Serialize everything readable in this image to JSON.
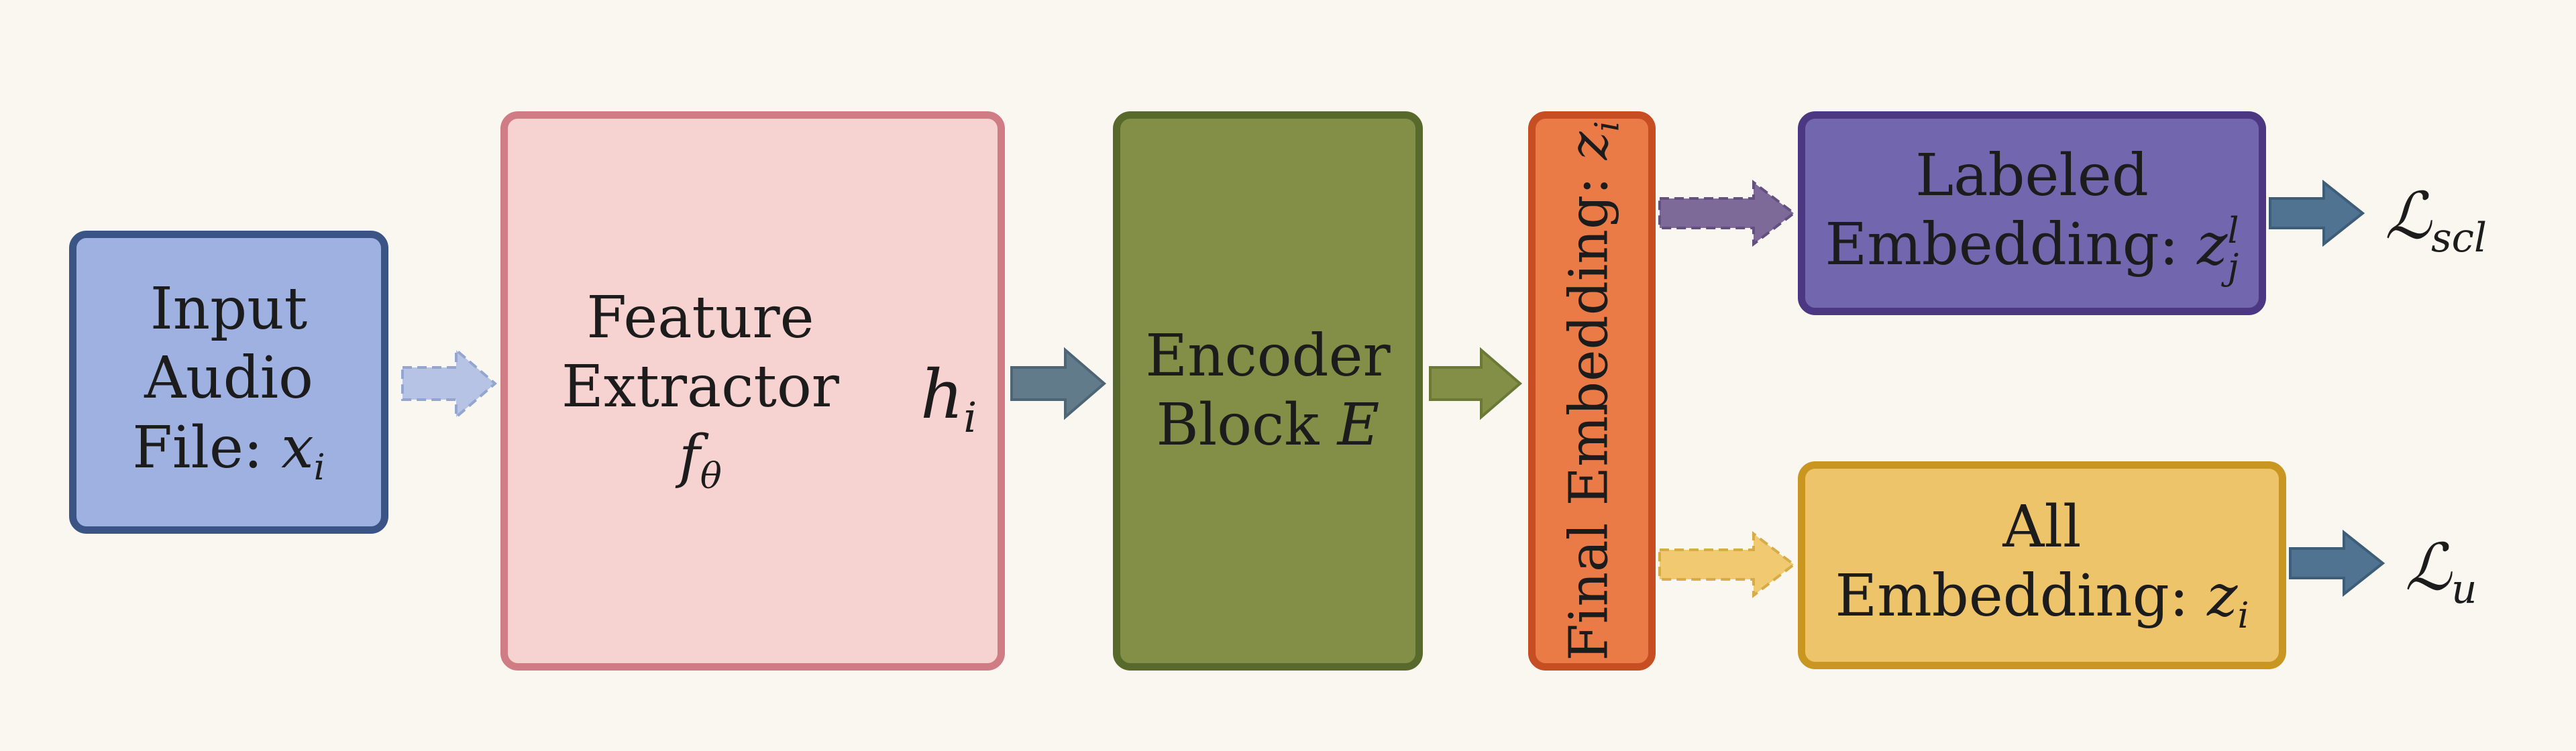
{
  "blocks": {
    "input": {
      "lines": [
        "Input",
        "Audio",
        "File: "
      ],
      "var": "x",
      "sub": "i"
    },
    "feature": {
      "lines": [
        "Feature",
        "Extractor"
      ],
      "var": "f",
      "sub": "θ"
    },
    "encoder": {
      "lines": [
        "Encoder",
        "Block "
      ],
      "var": "E"
    },
    "final": {
      "text": "Final Embedding: ",
      "var": "z",
      "sub": "i"
    },
    "labeled": {
      "lines": [
        "Labeled",
        "Embedding: "
      ],
      "var": "z",
      "sup": "l",
      "sub": "j"
    },
    "all": {
      "lines": [
        "All",
        "Embedding: "
      ],
      "var": "z",
      "sub": "i"
    }
  },
  "features": {
    "var": "h",
    "sub": "i"
  },
  "losses": {
    "scl": {
      "symbol": "ℒ",
      "sub": "scl"
    },
    "u": {
      "symbol": "ℒ",
      "sub": "u"
    }
  },
  "colors": {
    "input_fill": "#9fb1e1",
    "feature_fill": "#f6d2d0",
    "encoder_fill": "#838f47",
    "final_fill": "#ea7b47",
    "labeled_fill": "#7267ae",
    "all_fill": "#eec46a"
  }
}
